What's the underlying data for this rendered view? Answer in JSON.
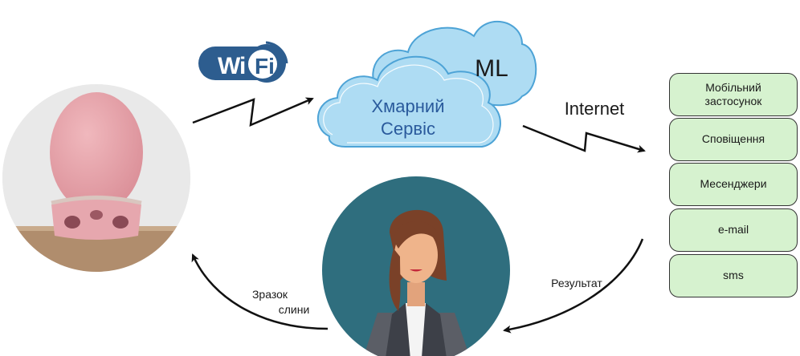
{
  "wifi_logo": {
    "text": "Wi Fi"
  },
  "cloud_front": {
    "line1": "Хмарний",
    "line2": "Сервіс"
  },
  "cloud_back": {
    "label": "ML"
  },
  "internet_label": "Internet",
  "outputs": [
    {
      "label": "Мобільний\nзастосунок"
    },
    {
      "label": "Сповіщення"
    },
    {
      "label": "Месенджери"
    },
    {
      "label": "e-mail"
    },
    {
      "label": "sms"
    }
  ],
  "result_label": "Результат",
  "sample_label": {
    "line1": "Зразок",
    "line2": "слини"
  },
  "colors": {
    "cloud_fill": "#aedcf3",
    "cloud_stroke": "#4da3d6",
    "box_fill": "#d6f2cf",
    "wifi_blue": "#2d5d8f",
    "person_bg": "#2f6e7e",
    "device_pink": "#e29fa6"
  },
  "icons": [
    "wifi-logo",
    "cloud-icon",
    "device-photo",
    "person-avatar"
  ]
}
